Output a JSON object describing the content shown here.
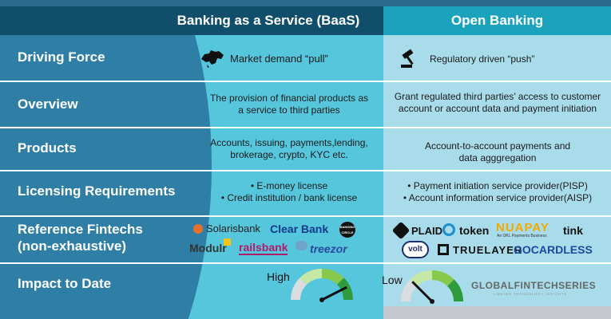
{
  "header": {
    "baas_title": "Banking as a Service (BaaS)",
    "ob_title": "Open Banking"
  },
  "rows": [
    {
      "label": "Driving Force",
      "baas": "Market demand “pull”",
      "ob": "Regulatory driven “push”"
    },
    {
      "label": "Overview",
      "baas": "The provision of financial products as a service to third parties",
      "ob": "Grant regulated third parties’ access to customer account or account  data and payment initiation"
    },
    {
      "label": "Products",
      "baas": "Accounts, issuing, payments,lending, brokerage, crypto, KYC etc.",
      "ob": "Account-to-account payments and data agggregation"
    },
    {
      "label": "Licensing Requirements",
      "baas_lines": [
        "• E-money license",
        "• Credit institution / bank license"
      ],
      "ob_lines": [
        "• Payment initiation service provider(PISP)",
        "• Account information service provider(AISP)"
      ]
    },
    {
      "label_lines": [
        "Reference Fintechs",
        "(non-exhaustive)"
      ]
    },
    {
      "label": "Impact to Date",
      "baas_level": "High",
      "ob_level": "Low"
    }
  ],
  "baas_logos": [
    "Solarisbank",
    "Clear Bank",
    "BANKING CIRCLE",
    "Modulr",
    "railsbank",
    "treezor"
  ],
  "ob_logos": [
    "PLAID",
    "token",
    "NUAPAY",
    "An OKL Payments Business",
    "tink",
    "volt",
    "TRUELAYER",
    "GOCARDLESS"
  ],
  "branding": {
    "name": "GLOBALFINTECHSERIES",
    "tagline": "LINKING TECHNOLOGY INSIGHTS"
  },
  "gauges": {
    "baas_value": 0.85,
    "ob_value": 0.25
  },
  "colors": {
    "dark": "#114e6c",
    "teal": "#1ba3bd",
    "baas_bg": "#55c6dc",
    "ob_bg": "#a8dceb",
    "left": "#2f7ea6"
  }
}
